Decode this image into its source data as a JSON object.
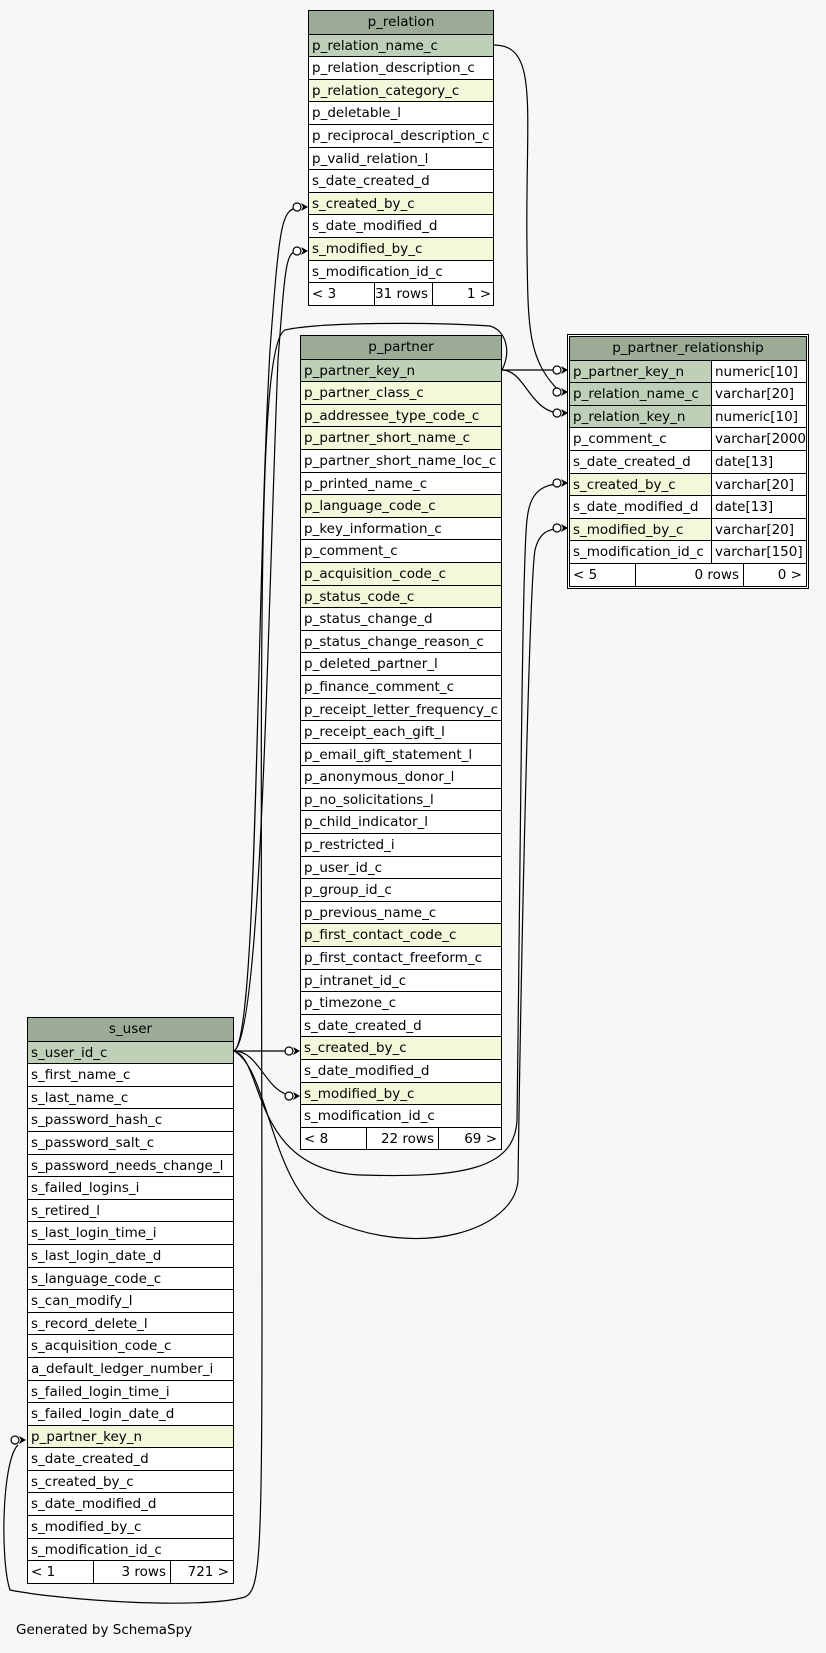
{
  "footer": {
    "generated_by": "Generated by SchemaSpy"
  },
  "p_relation": {
    "title": "p_relation",
    "columns": [
      {
        "name": "p_relation_name_c",
        "kind": "pk"
      },
      {
        "name": "p_relation_description_c",
        "kind": ""
      },
      {
        "name": "p_relation_category_c",
        "kind": "fk"
      },
      {
        "name": "p_deletable_l",
        "kind": ""
      },
      {
        "name": "p_reciprocal_description_c",
        "kind": ""
      },
      {
        "name": "p_valid_relation_l",
        "kind": ""
      },
      {
        "name": "s_date_created_d",
        "kind": ""
      },
      {
        "name": "s_created_by_c",
        "kind": "fk"
      },
      {
        "name": "s_date_modified_d",
        "kind": ""
      },
      {
        "name": "s_modified_by_c",
        "kind": "fk"
      },
      {
        "name": "s_modification_id_c",
        "kind": ""
      }
    ],
    "footer": {
      "parents": "< 3",
      "rows": "31 rows",
      "children": "1 >"
    }
  },
  "p_partner": {
    "title": "p_partner",
    "columns": [
      {
        "name": "p_partner_key_n",
        "kind": "pk"
      },
      {
        "name": "p_partner_class_c",
        "kind": "fk"
      },
      {
        "name": "p_addressee_type_code_c",
        "kind": "fk"
      },
      {
        "name": "p_partner_short_name_c",
        "kind": "fk"
      },
      {
        "name": "p_partner_short_name_loc_c",
        "kind": ""
      },
      {
        "name": "p_printed_name_c",
        "kind": ""
      },
      {
        "name": "p_language_code_c",
        "kind": "fk"
      },
      {
        "name": "p_key_information_c",
        "kind": ""
      },
      {
        "name": "p_comment_c",
        "kind": ""
      },
      {
        "name": "p_acquisition_code_c",
        "kind": "fk"
      },
      {
        "name": "p_status_code_c",
        "kind": "fk"
      },
      {
        "name": "p_status_change_d",
        "kind": ""
      },
      {
        "name": "p_status_change_reason_c",
        "kind": ""
      },
      {
        "name": "p_deleted_partner_l",
        "kind": ""
      },
      {
        "name": "p_finance_comment_c",
        "kind": ""
      },
      {
        "name": "p_receipt_letter_frequency_c",
        "kind": ""
      },
      {
        "name": "p_receipt_each_gift_l",
        "kind": ""
      },
      {
        "name": "p_email_gift_statement_l",
        "kind": ""
      },
      {
        "name": "p_anonymous_donor_l",
        "kind": ""
      },
      {
        "name": "p_no_solicitations_l",
        "kind": ""
      },
      {
        "name": "p_child_indicator_l",
        "kind": ""
      },
      {
        "name": "p_restricted_i",
        "kind": ""
      },
      {
        "name": "p_user_id_c",
        "kind": ""
      },
      {
        "name": "p_group_id_c",
        "kind": ""
      },
      {
        "name": "p_previous_name_c",
        "kind": ""
      },
      {
        "name": "p_first_contact_code_c",
        "kind": "fk"
      },
      {
        "name": "p_first_contact_freeform_c",
        "kind": ""
      },
      {
        "name": "p_intranet_id_c",
        "kind": ""
      },
      {
        "name": "p_timezone_c",
        "kind": ""
      },
      {
        "name": "s_date_created_d",
        "kind": ""
      },
      {
        "name": "s_created_by_c",
        "kind": "fk"
      },
      {
        "name": "s_date_modified_d",
        "kind": ""
      },
      {
        "name": "s_modified_by_c",
        "kind": "fk"
      },
      {
        "name": "s_modification_id_c",
        "kind": ""
      }
    ],
    "footer": {
      "parents": "< 8",
      "rows": "22 rows",
      "children": "69 >"
    }
  },
  "p_partner_relationship": {
    "title": "p_partner_relationship",
    "columns": [
      {
        "name": "p_partner_key_n",
        "type": "numeric[10]",
        "kind": "pk"
      },
      {
        "name": "p_relation_name_c",
        "type": "varchar[20]",
        "kind": "pk"
      },
      {
        "name": "p_relation_key_n",
        "type": "numeric[10]",
        "kind": "pk"
      },
      {
        "name": "p_comment_c",
        "type": "varchar[2000]",
        "kind": ""
      },
      {
        "name": "s_date_created_d",
        "type": "date[13]",
        "kind": ""
      },
      {
        "name": "s_created_by_c",
        "type": "varchar[20]",
        "kind": "fk"
      },
      {
        "name": "s_date_modified_d",
        "type": "date[13]",
        "kind": ""
      },
      {
        "name": "s_modified_by_c",
        "type": "varchar[20]",
        "kind": "fk"
      },
      {
        "name": "s_modification_id_c",
        "type": "varchar[150]",
        "kind": ""
      }
    ],
    "footer": {
      "parents": "< 5",
      "rows": "0 rows",
      "children": "0 >"
    }
  },
  "s_user": {
    "title": "s_user",
    "columns": [
      {
        "name": "s_user_id_c",
        "kind": "pk"
      },
      {
        "name": "s_first_name_c",
        "kind": ""
      },
      {
        "name": "s_last_name_c",
        "kind": ""
      },
      {
        "name": "s_password_hash_c",
        "kind": ""
      },
      {
        "name": "s_password_salt_c",
        "kind": ""
      },
      {
        "name": "s_password_needs_change_l",
        "kind": ""
      },
      {
        "name": "s_failed_logins_i",
        "kind": ""
      },
      {
        "name": "s_retired_l",
        "kind": ""
      },
      {
        "name": "s_last_login_time_i",
        "kind": ""
      },
      {
        "name": "s_last_login_date_d",
        "kind": ""
      },
      {
        "name": "s_language_code_c",
        "kind": ""
      },
      {
        "name": "s_can_modify_l",
        "kind": ""
      },
      {
        "name": "s_record_delete_l",
        "kind": ""
      },
      {
        "name": "s_acquisition_code_c",
        "kind": ""
      },
      {
        "name": "a_default_ledger_number_i",
        "kind": ""
      },
      {
        "name": "s_failed_login_time_i",
        "kind": ""
      },
      {
        "name": "s_failed_login_date_d",
        "kind": ""
      },
      {
        "name": "p_partner_key_n",
        "kind": "fk"
      },
      {
        "name": "s_date_created_d",
        "kind": ""
      },
      {
        "name": "s_created_by_c",
        "kind": ""
      },
      {
        "name": "s_date_modified_d",
        "kind": ""
      },
      {
        "name": "s_modified_by_c",
        "kind": ""
      },
      {
        "name": "s_modification_id_c",
        "kind": ""
      }
    ],
    "footer": {
      "parents": "< 1",
      "rows": "3 rows",
      "children": "721 >"
    }
  },
  "colors": {
    "title_bg": "#9bab96",
    "primary_key_bg": "#bed1b8",
    "foreign_key_bg": "#f4f7da",
    "plain_bg": "#ffffff",
    "edge": "#000000"
  }
}
